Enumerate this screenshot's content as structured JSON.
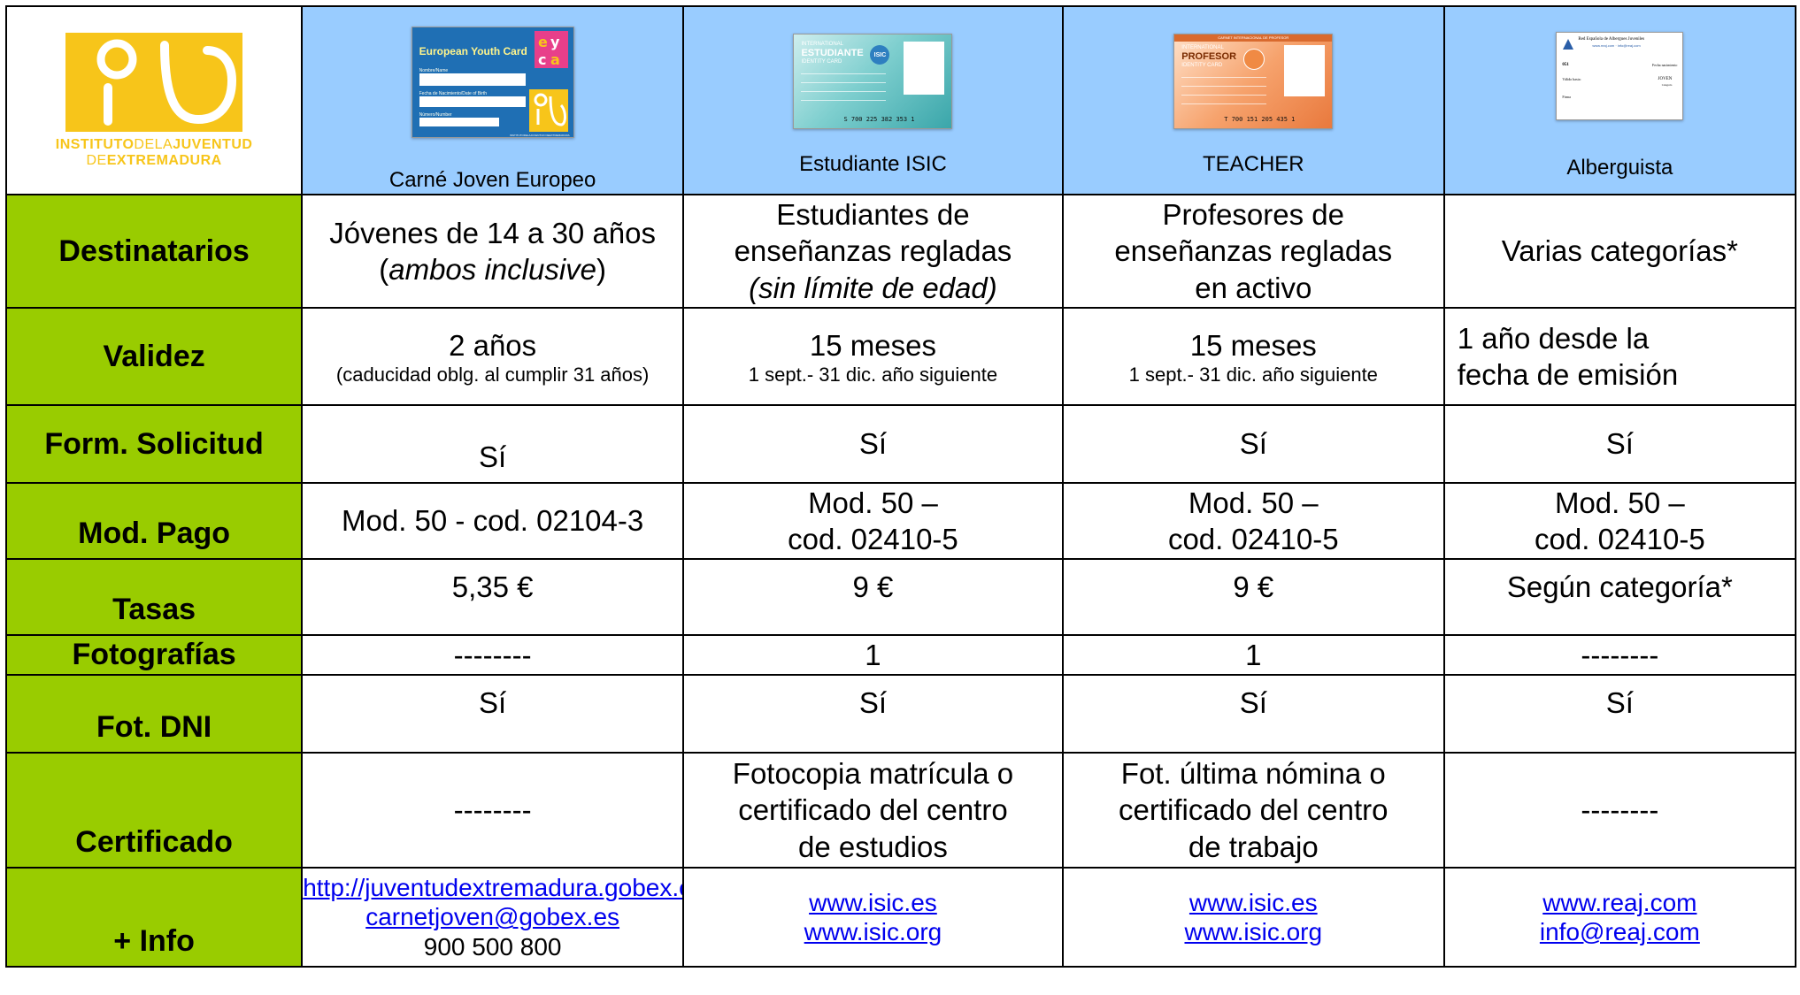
{
  "logo": {
    "line1a": "INSTITUTO",
    "line1b": "DELA",
    "line1c": "JUVENTUD",
    "line2a": "DE",
    "line2b": "EXTREMADURA"
  },
  "cards": [
    {
      "caption": "Carné Joven Europeo",
      "card_title": "European Youth Card",
      "card_lines": [
        "Nombre/Name",
        "Fecha de Nacimiento/Date of Birth",
        "Número/Number"
      ],
      "card_footer": "INSTITUTODELAJUVENTUD DEEXTREMADURA"
    },
    {
      "caption": "Estudiante ISIC",
      "card_small": "INTERNATIONAL",
      "card_title": "ESTUDIANTE",
      "card_sub": "IDENTITY CARD",
      "card_badge": "ISIC",
      "card_code": "S 700 225 382 353 1"
    },
    {
      "caption": "TEACHER",
      "card_small": "INTERNATIONAL",
      "card_title": "PROFESOR",
      "card_sub": "IDENTITY CARD",
      "card_header": "CARNET INTERNACIONAL DE PROFESOR",
      "card_code": "T 700 151 205 435 1"
    },
    {
      "caption": "Alberguista",
      "card_title": "Red Española de Albergues Juveniles",
      "card_sub": "www.reaj.com · info@reaj.com",
      "card_num": "051",
      "card_l1": "Fecha nacimiento",
      "card_l2": "Válido hasta:",
      "card_l3": "JOVEN",
      "card_l4": "Categoría",
      "card_l5": "Firma"
    }
  ],
  "rows": {
    "destinatarios": {
      "label": "Destinatarios",
      "c1_main": "Jóvenes de 14 a 30 años",
      "c1_open": "(",
      "c1_ital": "ambos inclusive",
      "c1_close": ")",
      "c2_line1": "Estudiantes de",
      "c2_line2": "enseñanzas regladas",
      "c2_ital": "(sin límite de edad)",
      "c3_line1": "Profesores de",
      "c3_line2": "enseñanzas regladas",
      "c3_line3": "en activo",
      "c4": "Varias categorías*"
    },
    "validez": {
      "label": "Validez",
      "c1_main": "2 años",
      "c1_small": "(caducidad oblg. al cumplir 31 años)",
      "c2_main": "15 meses",
      "c2_small": "1 sept.- 31 dic. año siguiente",
      "c3_main": "15 meses",
      "c3_small": "1 sept.- 31 dic. año siguiente",
      "c4_line1": "1 año desde la",
      "c4_line2": "fecha de emisión"
    },
    "solicitud": {
      "label": "Form. Solicitud",
      "c1": "Sí",
      "c2": "Sí",
      "c3": "Sí",
      "c4": "Sí"
    },
    "pago": {
      "label": "Mod. Pago",
      "c1": "Mod. 50 - cod. 02104-3",
      "c2_line1": "Mod. 50 –",
      "c2_line2": "cod. 02410-5",
      "c3_line1": "Mod. 50 –",
      "c3_line2": "cod. 02410-5",
      "c4_line1": "Mod. 50 –",
      "c4_line2": "cod. 02410-5"
    },
    "tasas": {
      "label": "Tasas",
      "c1": "5,35 €",
      "c2": "9 €",
      "c3": "9 €",
      "c4": "Según categoría*"
    },
    "fotografias": {
      "label": "Fotografías",
      "c1": "--------",
      "c2": "1",
      "c3": "1",
      "c4": "--------"
    },
    "dni": {
      "label": "Fot. DNI",
      "c1": "Sí",
      "c2": "Sí",
      "c3": "Sí",
      "c4": "Sí"
    },
    "certificado": {
      "label": "Certificado",
      "c1": "--------",
      "c2_line1": "Fotocopia matrícula o",
      "c2_line2": "certificado del centro",
      "c2_line3": "de estudios",
      "c3_line1": "Fot. última nómina o",
      "c3_line2": "certificado del centro",
      "c3_line3": "de trabajo",
      "c4": "--------"
    },
    "info": {
      "label": "+ Info",
      "c1_link1": "http://juventudextremadura.gobex.es",
      "c1_link2": "carnetjoven@gobex.es",
      "c1_phone": "900 500 800",
      "c2_link1": "www.isic.es",
      "c2_link2": "www.isic.org",
      "c3_link1": "www.isic.es",
      "c3_link2": "www.isic.org",
      "c4_link1": "www.reaj.com",
      "c4_link2": "info@reaj.com"
    }
  },
  "colors": {
    "label_bg": "#99cc00",
    "header_bg": "#99ccff",
    "logo_yellow": "#f7c51a",
    "link": "#0000ee"
  }
}
